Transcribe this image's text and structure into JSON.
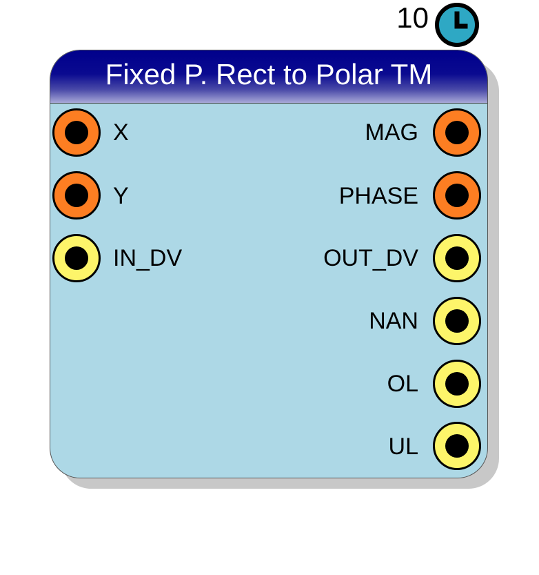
{
  "timer": {
    "count": "10",
    "icon": "stopwatch-icon",
    "color": "#2ea8c4"
  },
  "block": {
    "title": "Fixed P. Rect to Polar TM",
    "body_color": "#add8e6",
    "header_color": "#00008b"
  },
  "inputs": [
    {
      "label": "X",
      "type": "orange"
    },
    {
      "label": "Y",
      "type": "orange"
    },
    {
      "label": "IN_DV",
      "type": "yellow"
    }
  ],
  "outputs": [
    {
      "label": "MAG",
      "type": "orange"
    },
    {
      "label": "PHASE",
      "type": "orange"
    },
    {
      "label": "OUT_DV",
      "type": "yellow"
    },
    {
      "label": "NAN",
      "type": "yellow"
    },
    {
      "label": "OL",
      "type": "yellow"
    },
    {
      "label": "UL",
      "type": "yellow"
    }
  ],
  "colors": {
    "orange_port": "#fd7e22",
    "yellow_port": "#fdf56a"
  }
}
